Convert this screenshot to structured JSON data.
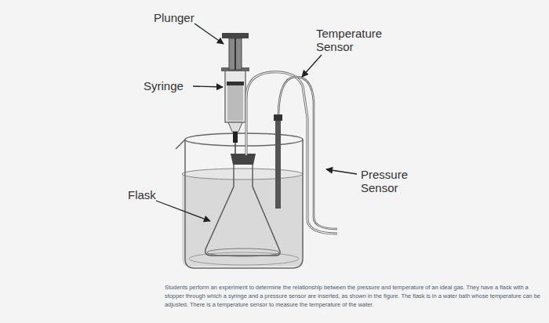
{
  "diagram": {
    "caption": "Students perform an experiment to determine the relationship between the pressure and temperature of an ideal gas. They have a flask with a stopper through which a syringe and a pressure sensor are inserted, as shown in the figure. The flask is in a water bath whose temperature can be adjusted. There is a temperature sensor to measure the temperature of the water.",
    "labels": [
      "Plunger",
      "Temperature Sensor",
      "Syringe",
      "Flask",
      "Pressure Sensor"
    ]
  }
}
